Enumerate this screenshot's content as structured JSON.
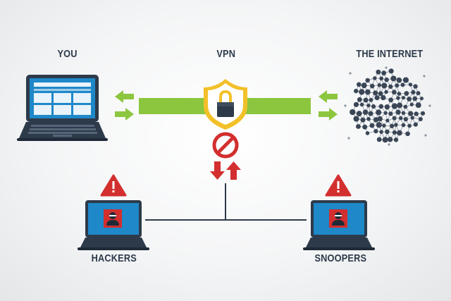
{
  "labels": {
    "you": "YOU",
    "vpn": "VPN",
    "internet": "THE INTERNET",
    "hackers": "HACKERS",
    "snoopers": "SNOOPERS"
  },
  "colors": {
    "tunnel_green": "#8cc63f",
    "dark_navy": "#2d3a4a",
    "screen_blue": "#1e88c8",
    "warning_red": "#d32f2f",
    "shield_gold": "#f2c029"
  },
  "icons": {
    "vpn": "shield-lock-icon",
    "blocked": "no-entry-icon",
    "traffic": "up-down-arrows-icon",
    "warning": "warning-triangle-icon",
    "network": "network-globe-icon",
    "intruder": "hacker-icon"
  }
}
